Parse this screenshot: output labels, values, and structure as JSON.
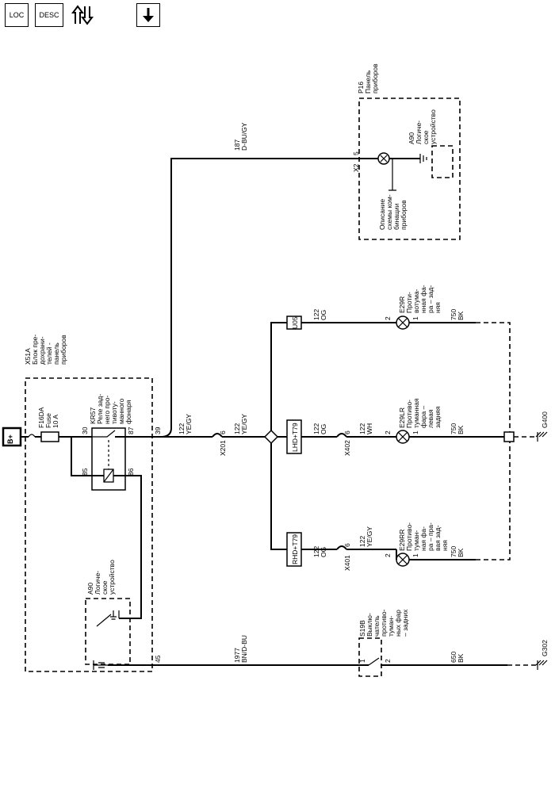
{
  "toolbar": {
    "loc_label": "LOC",
    "desc_label": "DESC",
    "connector_icon": "connector-icon",
    "down_icon": "arrow-down-icon"
  },
  "nodes": {
    "bplus": "B+",
    "x51a": "X51A\nБлок пре-\nдохрани-\nтелей -\nпанель\nприборов",
    "fuse": "F16DA\nFuse\n10 A",
    "relay": "KR57\nРеле зад-\nнего про-\nтивоту-\nманного\nфонаря",
    "a90_left": "A90\nЛогиче-\nское\nустройство",
    "p16": "P16\nПанель\nприборов",
    "a90_right": "A90\nЛогиче-\nское\nустройство",
    "desc_ref": "Описание\nсхемы ком-\nбинации\nприборов",
    "e29r": "E29R\nПроти-\nвотума-\nнная фа-\nра – зад-\nняя",
    "e29lr": "E29LR\nПротиво-\nтуманная\nфара –\nлевая\nзадняя",
    "e29rr": "E29RR\nПротиво-\nтуман-\nная фа-\nра – пра-\nвая зад-\nняя",
    "s19b": "S19B\nВыклю-\nчатель\nпротиво-\nтуман-\nных фар\n– задних",
    "g400": "G400",
    "g302": "G302",
    "u05": "U05",
    "lhd": "LHD+T79",
    "rhd": "RHD+T79"
  },
  "pins": {
    "p30": "30",
    "p87": "87",
    "p85": "85",
    "p86": "86",
    "p39": "39",
    "p45": "45",
    "x201": "X201",
    "x201_pin": "6",
    "x402": "X402",
    "x402_pin": "6",
    "x401": "X401",
    "x401_pin": "6",
    "x2": "X2",
    "x2_pin": "5",
    "lamp_in_r": "2",
    "lamp_out_r": "1",
    "lamp_in_l": "2",
    "lamp_out_l": "1",
    "lamp_in_rr": "2",
    "lamp_out_rr": "1",
    "sw_pin1": "1",
    "sw_pin2": "2"
  },
  "wires": {
    "w187": "187\nD-BU/GY",
    "w122a": "122\nYE/GY",
    "w122b": "122\nYE/GY",
    "w122_u05": "122\nOG",
    "w122_lhd_og": "122\nOG",
    "w122_lhd_wh": "122\nWH",
    "w122_rhd_og": "122\nOG",
    "w122_rhd_ye": "122\nYE/GY",
    "w750_r": "750\nBK",
    "w750_l": "750\nBK",
    "w750_rr": "750\nBK",
    "w1977": "1977\nBN/D-BU",
    "w650": "650\nBK"
  }
}
